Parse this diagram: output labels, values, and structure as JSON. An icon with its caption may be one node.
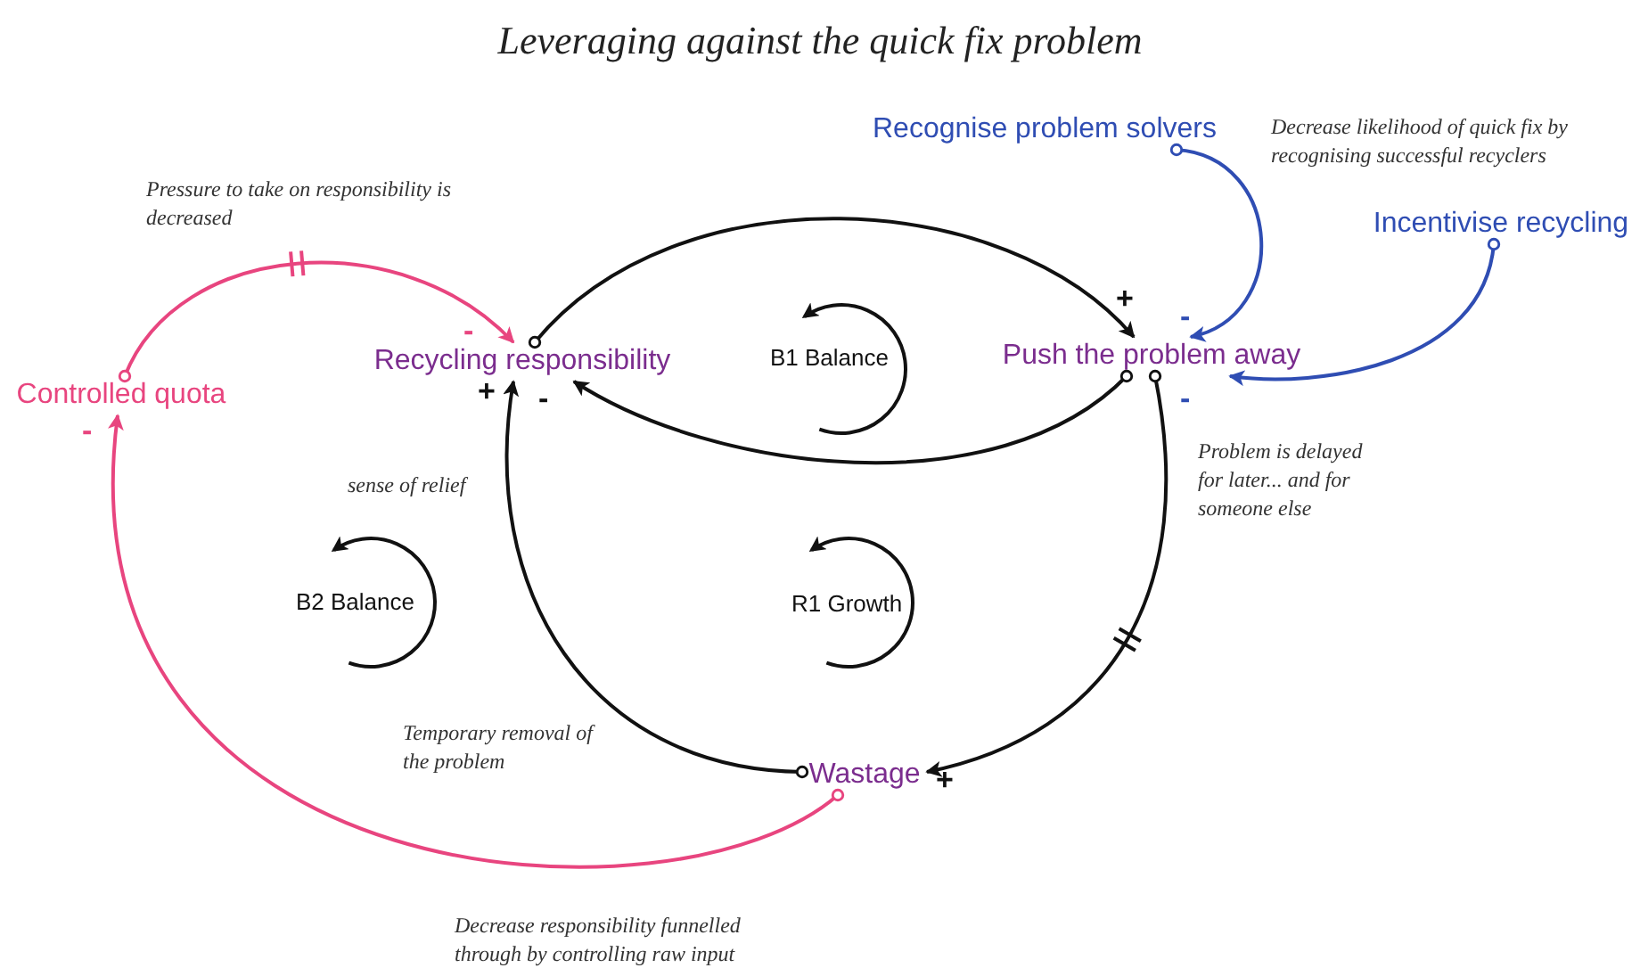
{
  "diagram": {
    "title": "Leveraging against the quick fix problem",
    "nodes": [
      {
        "text": [
          "Recognise problem solvers"
        ]
      },
      {
        "text": [
          "Incentivise recycling"
        ]
      },
      {
        "text": [
          "Controlled quota"
        ]
      },
      {
        "text": [
          "Recycling responsibility"
        ]
      },
      {
        "text": [
          "Push the problem away"
        ]
      },
      {
        "text": [
          "Wastage"
        ]
      }
    ],
    "edges": [
      {
        "from": 0,
        "to": 4,
        "arrow": "to",
        "label": "-",
        "color": "#2f4db3"
      },
      {
        "from": 1,
        "to": 4,
        "arrow": "to",
        "label": "-",
        "color": "#2f4db3"
      },
      {
        "from": 3,
        "to": 4,
        "arrow": "to",
        "label": "+"
      },
      {
        "from": 4,
        "to": 3,
        "arrow": "to",
        "label": "-"
      },
      {
        "from": 4,
        "to": 5,
        "arrow": "to",
        "label": "+"
      },
      {
        "from": 5,
        "to": 3,
        "arrow": "to",
        "label": "+"
      },
      {
        "from": 2,
        "to": 3,
        "arrow": "to",
        "label": "-",
        "color": "#e8457f"
      },
      {
        "from": 5,
        "to": 2,
        "arrow": "to",
        "label": "-",
        "color": "#e8457f"
      }
    ],
    "labels": [
      "Pressure to take on responsibility is decreased",
      "Decrease likelihood of quick fix by recognising successful recyclers",
      "B1 Balance",
      "Problem is delayed for later... and for someone else",
      "sense of relief",
      "B2 Balance",
      "R1 Growth",
      "Temporary removal of the problem",
      "Decrease responsibility funnelled through by controlling raw input"
    ]
  }
}
